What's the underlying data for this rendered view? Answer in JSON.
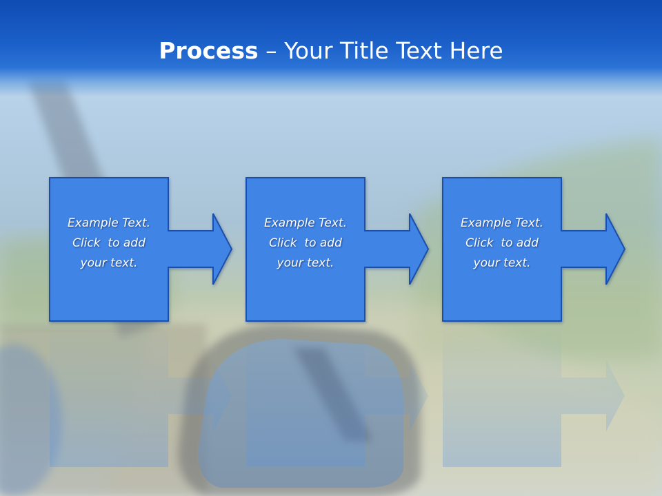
{
  "title": {
    "bold_part": "Process",
    "rest_part": " – Your Title Text Here"
  },
  "steps": [
    {
      "lines": [
        "Example Text.",
        "Click  to add",
        "your text."
      ]
    },
    {
      "lines": [
        "Example Text.",
        "Click  to add",
        "your text."
      ]
    },
    {
      "lines": [
        "Example Text.",
        "Click  to add",
        "your text."
      ]
    }
  ],
  "colors": {
    "header_blue": "#1458c3",
    "box_fill": "#3f84e5",
    "box_stroke": "#1f4fa8",
    "text": "#ffffff"
  }
}
